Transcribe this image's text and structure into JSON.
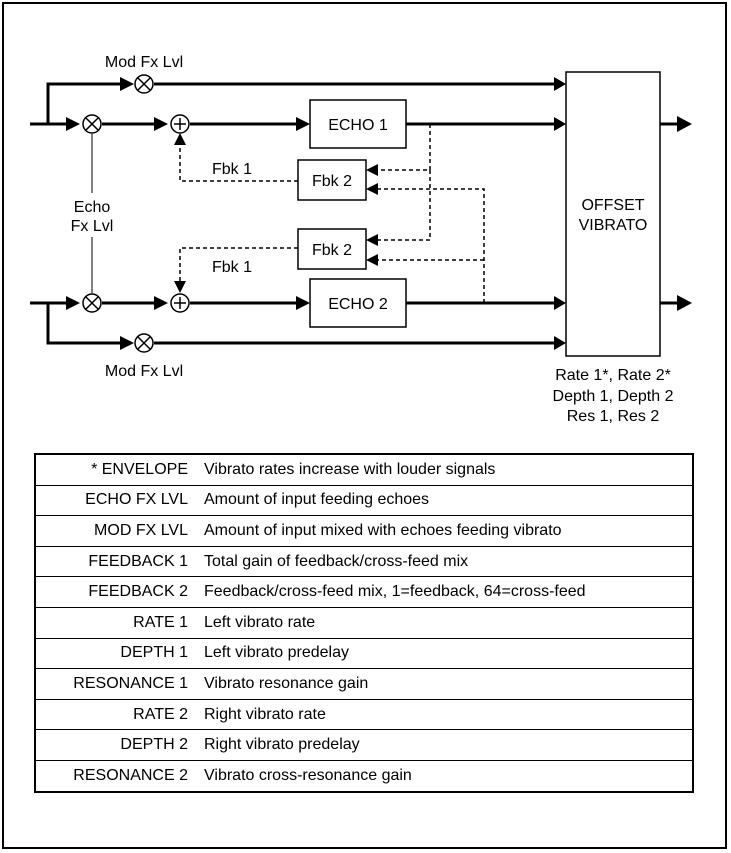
{
  "diagram": {
    "labels": {
      "mod_fx_lvl_top": "Mod Fx Lvl",
      "mod_fx_lvl_bottom": "Mod Fx Lvl",
      "echo_fx_lvl_line1": "Echo",
      "echo_fx_lvl_line2": "Fx Lvl",
      "fbk1_top": "Fbk 1",
      "fbk1_bottom": "Fbk 1",
      "rates": "Rate 1*, Rate 2*",
      "depths": "Depth 1, Depth 2",
      "res": "Res 1, Res 2"
    },
    "blocks": {
      "echo1": "ECHO 1",
      "echo2": "ECHO 2",
      "fbk2_top": "Fbk 2",
      "fbk2_bottom": "Fbk 2",
      "offset_line1": "OFFSET",
      "offset_line2": "VIBRATO"
    }
  },
  "parameters": [
    {
      "name": "* ENVELOPE",
      "description": "Vibrato rates increase with louder signals"
    },
    {
      "name": "ECHO FX LVL",
      "description": "Amount of input feeding echoes"
    },
    {
      "name": "MOD FX LVL",
      "description": "Amount of input mixed with echoes feeding vibrato"
    },
    {
      "name": "FEEDBACK 1",
      "description": "Total gain of feedback/cross-feed mix"
    },
    {
      "name": "FEEDBACK 2",
      "description": "Feedback/cross-feed mix, 1=feedback, 64=cross-feed"
    },
    {
      "name": "RATE 1",
      "description": "Left vibrato rate"
    },
    {
      "name": "DEPTH 1",
      "description": "Left vibrato predelay"
    },
    {
      "name": "RESONANCE 1",
      "description": "Vibrato resonance gain"
    },
    {
      "name": "RATE 2",
      "description": "Right vibrato rate"
    },
    {
      "name": "DEPTH 2",
      "description": "Right vibrato predelay"
    },
    {
      "name": "RESONANCE 2",
      "description": "Vibrato cross-resonance gain"
    }
  ]
}
